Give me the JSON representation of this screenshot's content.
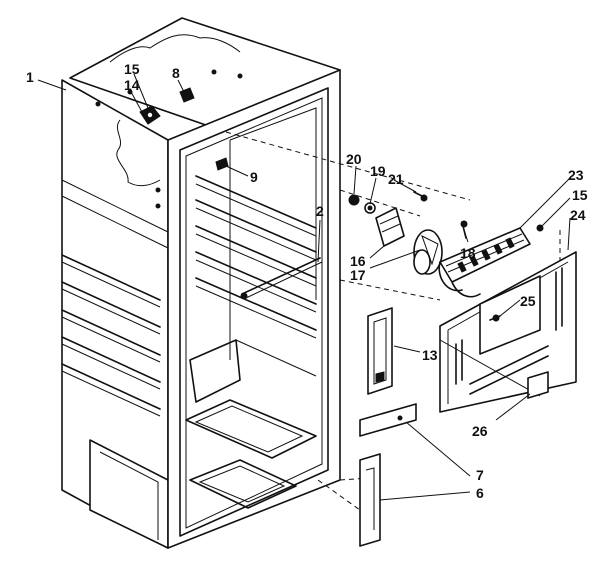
{
  "callouts": {
    "c1": "1",
    "c2": "2",
    "c6": "6",
    "c7": "7",
    "c8": "8",
    "c9": "9",
    "c13": "13",
    "c14": "14",
    "c15a": "15",
    "c15b": "15",
    "c16": "16",
    "c17": "17",
    "c18": "18",
    "c19": "19",
    "c20": "20",
    "c21": "21",
    "c23": "23",
    "c24": "24",
    "c25": "25",
    "c26": "26"
  }
}
